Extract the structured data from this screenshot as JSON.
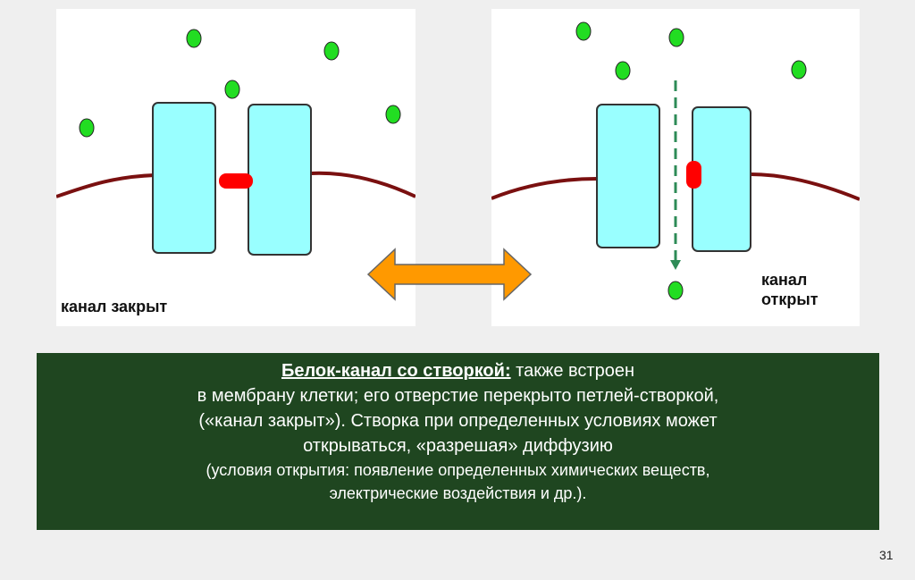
{
  "diagram": {
    "closed_label": "канал закрыт",
    "open_label_line1": "канал",
    "open_label_line2": "открыт"
  },
  "textbox": {
    "title": "Белок-канал со створкой:",
    "line1_rest": " также встроен",
    "line2": "в мембрану клетки; его отверстие перекрыто петлей-створкой,",
    "line3": "(«канал закрыт»). Створка при определенных условиях может",
    "line4": "открываться, «разрешая» диффузию",
    "line5": "(условия открытия: появление определенных химических веществ,",
    "line6": "электрические воздействия и др.)."
  },
  "page_number": "31",
  "colors": {
    "channel_protein": "#99ffff",
    "gate": "#ff0000",
    "molecule": "#00dd00",
    "membrane": "#7a1010",
    "arrow": "#ff9900",
    "textbox_bg": "#1f4620",
    "flow_arrow": "#2e8b57"
  }
}
